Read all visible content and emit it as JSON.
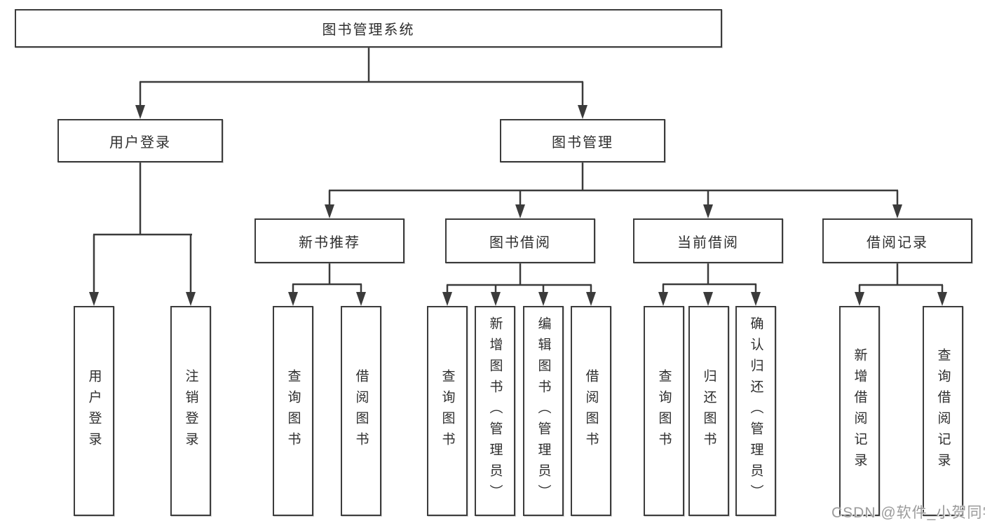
{
  "watermark": {
    "text": "CSDN @软件_小贺同学"
  },
  "colors": {
    "line": "#3b3b3b",
    "box_border": "#3c3c3c",
    "text": "#2e2e2e",
    "background": "#ffffff",
    "watermark": "#9b9b9b"
  },
  "tree": {
    "root": {
      "label": "图书管理系统",
      "children": [
        {
          "label": "用户登录",
          "children": [
            {
              "label": "用户登录"
            },
            {
              "label": "注销登录"
            }
          ]
        },
        {
          "label": "图书管理",
          "children": [
            {
              "label": "新书推荐",
              "children": [
                {
                  "label": "查询图书"
                },
                {
                  "label": "借阅图书"
                }
              ]
            },
            {
              "label": "图书借阅",
              "children": [
                {
                  "label": "查询图书"
                },
                {
                  "label": "新增图书（管理员）"
                },
                {
                  "label": "编辑图书（管理员）"
                },
                {
                  "label": "借阅图书"
                }
              ]
            },
            {
              "label": "当前借阅",
              "children": [
                {
                  "label": "查询图书"
                },
                {
                  "label": "归还图书"
                },
                {
                  "label": "确认归还（管理员）"
                }
              ]
            },
            {
              "label": "借阅记录",
              "children": [
                {
                  "label": "新增借阅记录"
                },
                {
                  "label": "查询借阅记录"
                }
              ]
            }
          ]
        }
      ]
    }
  }
}
